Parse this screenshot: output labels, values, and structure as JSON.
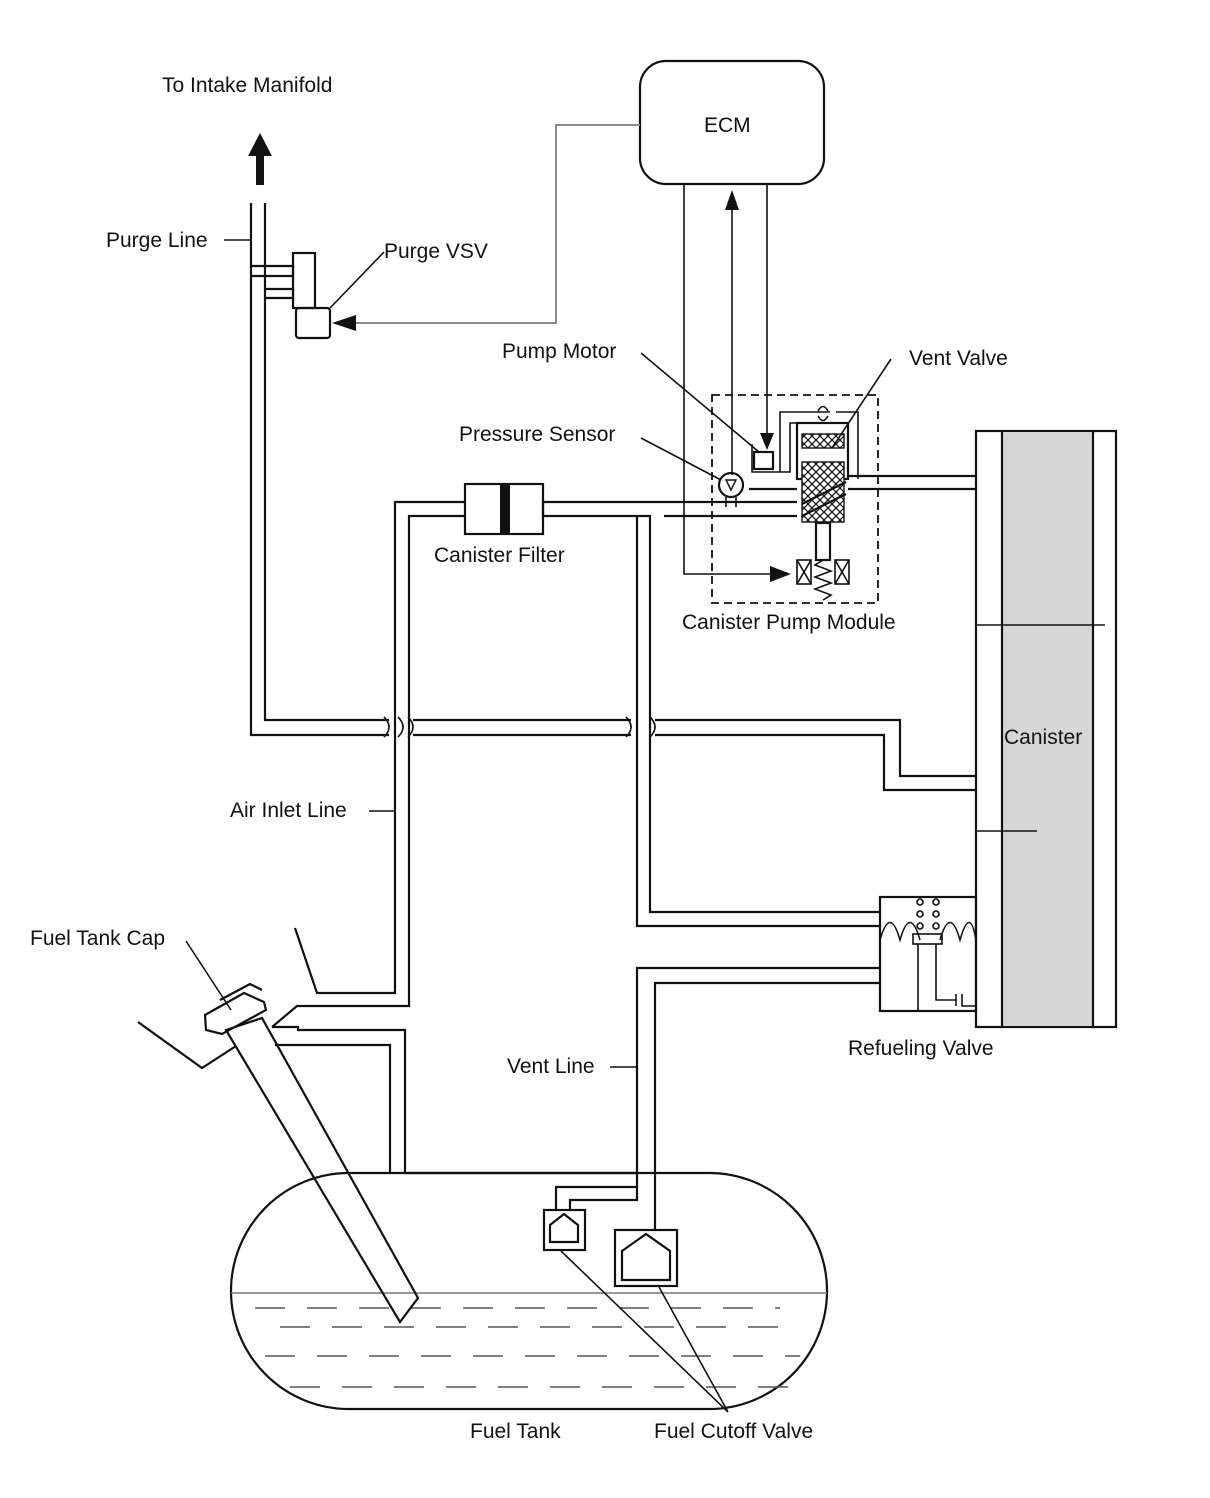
{
  "labels": {
    "to_intake_manifold": "To Intake Manifold",
    "ecm": "ECM",
    "purge_line": "Purge Line",
    "purge_vsv": "Purge VSV",
    "pump_motor": "Pump Motor",
    "vent_valve": "Vent Valve",
    "pressure_sensor": "Pressure Sensor",
    "canister_filter": "Canister Filter",
    "canister_pump_module": "Canister Pump Module",
    "canister": "Canister",
    "air_inlet_line": "Air Inlet Line",
    "fuel_tank_cap": "Fuel Tank Cap",
    "refueling_valve": "Refueling Valve",
    "vent_line": "Vent Line",
    "fuel_tank": "Fuel Tank",
    "fuel_cutoff_valve": "Fuel Cutoff Valve"
  },
  "colors": {
    "line": "#111111",
    "signal_wire": "#8a8a8a",
    "canister_fill": "#d6d6d6",
    "background": "#ffffff"
  }
}
